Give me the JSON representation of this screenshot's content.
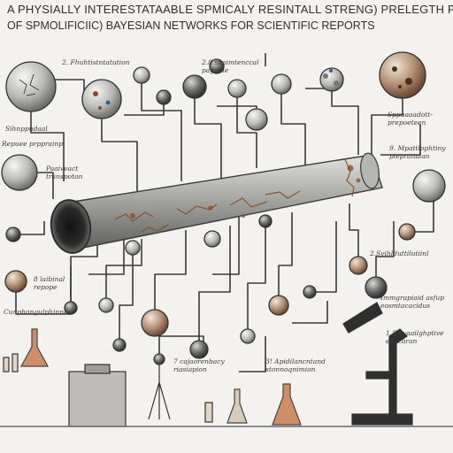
{
  "title": {
    "line1": "A PHYSIALLY INTERESTATAABLE  SPMICALY RESINTALL STRENG) PRELEGTH PREDICTION",
    "line2": "OF SPMOLIFICIIC) BAYESIAN NETWORKS FOR SCIENTIFIC REPORTS"
  },
  "labels": {
    "top_center": "2. Fhuhtistntatution",
    "top_right_center": "2.8 snaimtenccal paganle",
    "left_top": "Sihnppudaal",
    "left_mid": "Repuee prpprainp",
    "left_side": "Paaivvact transpoton",
    "right_top": "Sppuaaadott- prepoeteen",
    "right_mid": "9. Mpattlophtiny piepranalan",
    "right_center": "2.Svihlduttilutiinl",
    "right_lower": "Immgrapiaid asfup eosmtacacidus",
    "left_lower": "8 laibinal repope",
    "left_bottom": "Cunphangulphinne",
    "bottom_center_left": "7 cajaorenbacy riasiapion",
    "bottom_center": "3! Apidilancntand stonnoqnimion",
    "bottom_right": "1.5 pyaailghptive eancaran"
  },
  "colors": {
    "background": "#f3f2ee",
    "ink": "#2f2f2f",
    "pipe": "#9a9a97",
    "rust": "#8a4a24"
  }
}
